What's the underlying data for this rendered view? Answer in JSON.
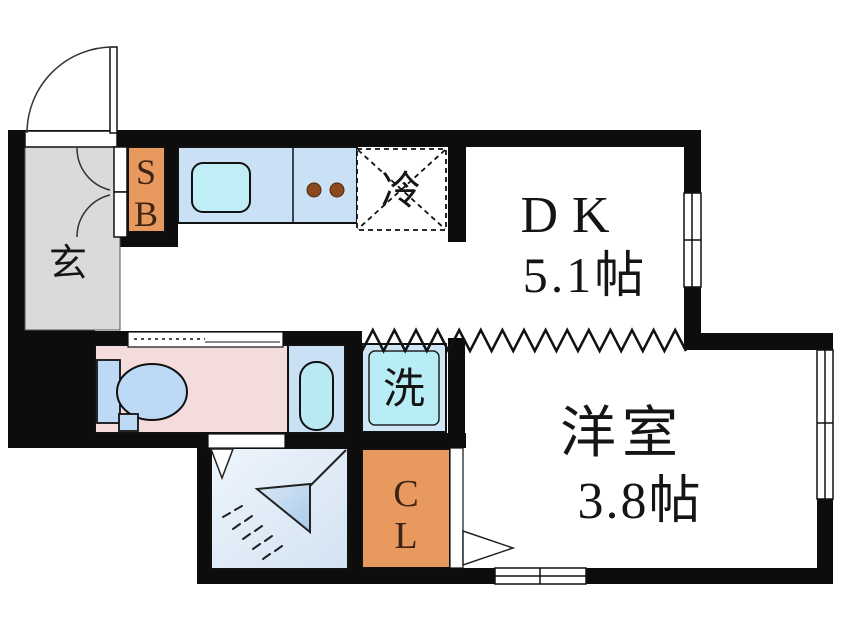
{
  "floorplan": {
    "rooms": {
      "entrance": {
        "label": "玄"
      },
      "shoe_box": {
        "line1": "S",
        "line2": "B"
      },
      "refrigerator": {
        "label": "冷"
      },
      "dining_kitchen": {
        "label": "DK",
        "size": "5.1帖"
      },
      "laundry": {
        "label": "洗"
      },
      "closet": {
        "line1": "C",
        "line2": "L"
      },
      "western_room": {
        "label": "洋室",
        "size": "3.8帖"
      }
    },
    "colors": {
      "wall": "#0d0d0d",
      "entrance_gray": "#dadada",
      "storage_orange": "#e89a5e",
      "kitchen_counter_blue": "#c9e0f5",
      "sink_cyan": "#c0eef6",
      "burner_brown": "#8a4a1e",
      "toilet_room_pink": "#f4dcdc",
      "fixture_blue": "#bcd9f5",
      "bathtub_cyan": "#b9e9f3",
      "laundry_outer_blue": "#cfe6f7",
      "laundry_cyan": "#b9edf5",
      "shower_light": "#eef5fc",
      "shower_dark": "#d3e2f2"
    }
  }
}
